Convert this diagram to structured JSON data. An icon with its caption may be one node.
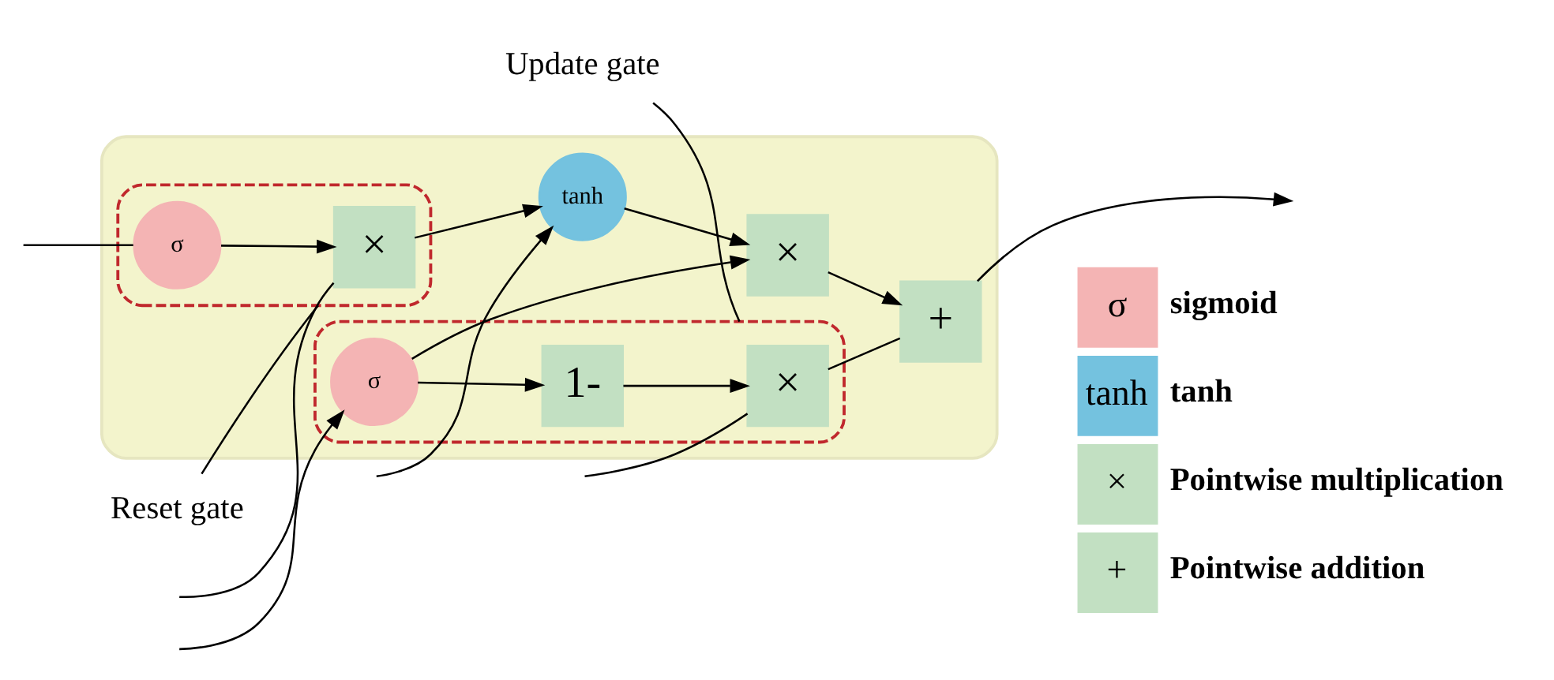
{
  "diagram": {
    "nodes": [
      {
        "text": [],
        "shape": "box"
      },
      {
        "text": [],
        "shape": "box",
        "in": 0
      },
      {
        "text": [],
        "shape": "box",
        "in": 0
      },
      {
        "text": [
          "×"
        ],
        "in": 2
      },
      {
        "text": [
          "+"
        ],
        "in": 0
      },
      {
        "text": [
          "1-"
        ],
        "in": 2
      },
      {
        "text": [
          "×"
        ],
        "in": 1
      },
      {
        "text": [
          "σ"
        ],
        "in": 1
      },
      {
        "text": [
          "σ"
        ],
        "in": 2
      },
      {
        "text": [
          "×"
        ],
        "in": 0
      },
      {
        "text": [
          "tanh"
        ],
        "in": 0
      },
      {
        "text": [
          "Reset gate"
        ]
      },
      {
        "text": [
          "Update gate"
        ]
      }
    ],
    "edges": [
      {
        "from": null,
        "to": 3,
        "arrow": "none"
      },
      {
        "from": null,
        "to": 6,
        "arrow": "none"
      },
      {
        "from": null,
        "to": 7,
        "arrow": "none"
      },
      {
        "from": null,
        "to": 8,
        "arrow": "to"
      },
      {
        "from": null,
        "to": 10,
        "arrow": "to"
      },
      {
        "from": 7,
        "to": 6,
        "arrow": "to"
      },
      {
        "from": 6,
        "to": 10,
        "arrow": "to"
      },
      {
        "from": 8,
        "to": 5,
        "arrow": "to"
      },
      {
        "from": 5,
        "to": 3,
        "arrow": "to"
      },
      {
        "from": 8,
        "to": 9,
        "arrow": "to"
      },
      {
        "from": 10,
        "to": 9,
        "arrow": "to"
      },
      {
        "from": 9,
        "to": 4,
        "arrow": "to"
      },
      {
        "from": 3,
        "to": 4,
        "arrow": "none"
      },
      {
        "from": 4,
        "to": null,
        "arrow": "to"
      },
      {
        "from": 11,
        "to": 1,
        "arrow": "none"
      },
      {
        "from": 12,
        "to": 2,
        "arrow": "none"
      }
    ],
    "labels": [
      "σ",
      "tanh",
      "×",
      "+"
    ],
    "legend": [
      {
        "text": "sigmoid",
        "color": "#f4b4b4"
      },
      {
        "text": "tanh",
        "color": "#74c2df"
      },
      {
        "text": "Pointwise multiplication",
        "color": "#c2e0c2"
      },
      {
        "text": "Pointwise addition",
        "color": "#c2e0c2"
      }
    ]
  }
}
